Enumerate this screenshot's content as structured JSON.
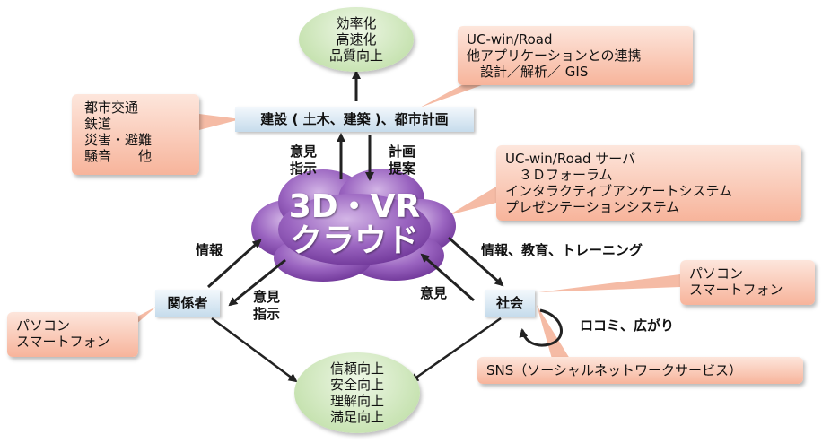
{
  "top_goal": [
    "効率化",
    "高速化",
    "品質向上"
  ],
  "bottom_goal": [
    "信頼向上",
    "安全向上",
    "理解向上",
    "満足向上"
  ],
  "cloud": [
    "3D・VR",
    "クラウド"
  ],
  "nodes": {
    "construction": "建設 ( 土木、建築 )、都市計画",
    "stakeholders": "関係者",
    "society": "社会"
  },
  "callouts": {
    "uc_win_road": [
      "UC-win/Road",
      "他アプリケーションとの連携",
      "　設計／解析／ GIS"
    ],
    "urban": [
      "都市交通",
      "鉄道",
      "災害・避難",
      "騒音　　他"
    ],
    "server": [
      "UC-win/Road サーバ",
      "　３Ｄフォーラム",
      "インタラクティブアンケートシステム",
      "プレゼンテーションシステム"
    ],
    "pc_left": [
      "パソコン",
      "スマートフォン"
    ],
    "pc_right": [
      "パソコン",
      "スマートフォン"
    ],
    "sns": "SNS（ソーシャルネットワークサービス）"
  },
  "labels": {
    "opinion_instruction_top": [
      "意見",
      "指示"
    ],
    "plan_proposal": [
      "計画",
      "提案"
    ],
    "info_left": "情報",
    "opinion_instruction_left": [
      "意見",
      "指示"
    ],
    "info_right": "情報、教育、トレーニング",
    "opinion_right": "意見",
    "word_of_mouth": "ロコミ、広がり"
  },
  "colors": {
    "cloud": "#8a4fb0",
    "ellipse": "#c6e2b0",
    "callout": "#f7b49b",
    "node": "#c6dcec"
  }
}
